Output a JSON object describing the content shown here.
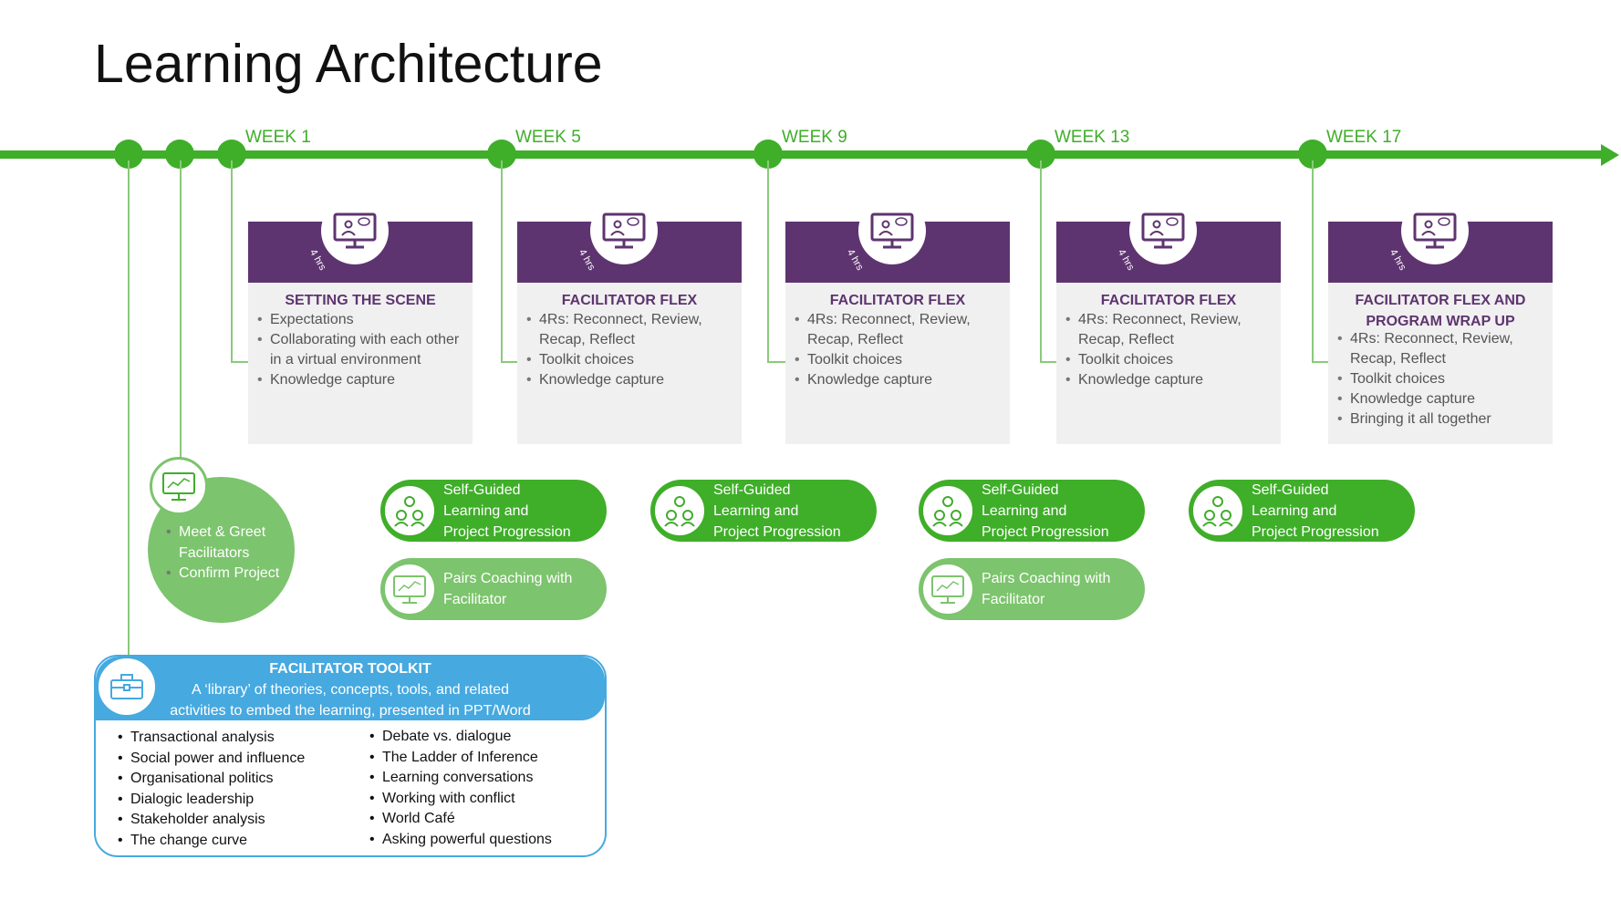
{
  "title": "Learning Architecture",
  "colors": {
    "green": "#3FAE29",
    "light_green": "#7CC46D",
    "purple": "#5E3470",
    "blue": "#46A9E0",
    "card_grey": "#F0F0F0"
  },
  "weeks": [
    "WEEK 1",
    "WEEK 5",
    "WEEK 9",
    "WEEK 13",
    "WEEK 17"
  ],
  "sessions": [
    {
      "duration": "4 hrs",
      "title": "SETTING THE SCENE",
      "items": [
        "Expectations",
        "Collaborating with each other in a virtual environment",
        "Knowledge capture"
      ]
    },
    {
      "duration": "4 hrs",
      "title": "FACILITATOR FLEX",
      "items": [
        "4Rs: Reconnect, Review, Recap, Reflect",
        "Toolkit choices",
        "Knowledge capture"
      ]
    },
    {
      "duration": "4 hrs",
      "title": "FACILITATOR FLEX",
      "items": [
        "4Rs: Reconnect, Review, Recap, Reflect",
        "Toolkit choices",
        "Knowledge capture"
      ]
    },
    {
      "duration": "4 hrs",
      "title": "FACILITATOR FLEX",
      "items": [
        "4Rs: Reconnect, Review, Recap, Reflect",
        "Toolkit choices",
        "Knowledge capture"
      ]
    },
    {
      "duration": "4 hrs",
      "title": "FACILITATOR FLEX AND PROGRAM WRAP UP",
      "items": [
        "4Rs: Reconnect, Review, Recap, Reflect",
        "Toolkit choices",
        "Knowledge capture",
        "Bringing it all together"
      ]
    }
  ],
  "self_guided": {
    "line1": "Self-Guided",
    "line2": "Learning and",
    "line3": "Project Progression",
    "icon": "group-learning-icon"
  },
  "pairs_coaching": {
    "line1": "Pairs Coaching with",
    "line2": "Facilitator",
    "icon": "monitor-coaching-icon"
  },
  "meet_greet": {
    "items": [
      "Meet & Greet Facilitators",
      "Confirm Project"
    ],
    "icon": "presentation-icon"
  },
  "toolkit": {
    "title": "FACILITATOR TOOLKIT",
    "subtitle_line1": "A ‘library’ of theories, concepts, tools, and related",
    "subtitle_line2": "activities to embed the learning, presented in PPT/Word",
    "icon": "toolbox-icon",
    "col1": [
      "Transactional analysis",
      "Social power and influence",
      "Organisational politics",
      "Dialogic leadership",
      "Stakeholder analysis",
      "The change curve"
    ],
    "col2": [
      "Debate vs. dialogue",
      "The Ladder of Inference",
      "Learning conversations",
      "Working with conflict",
      "World Café",
      "Asking powerful questions"
    ]
  }
}
